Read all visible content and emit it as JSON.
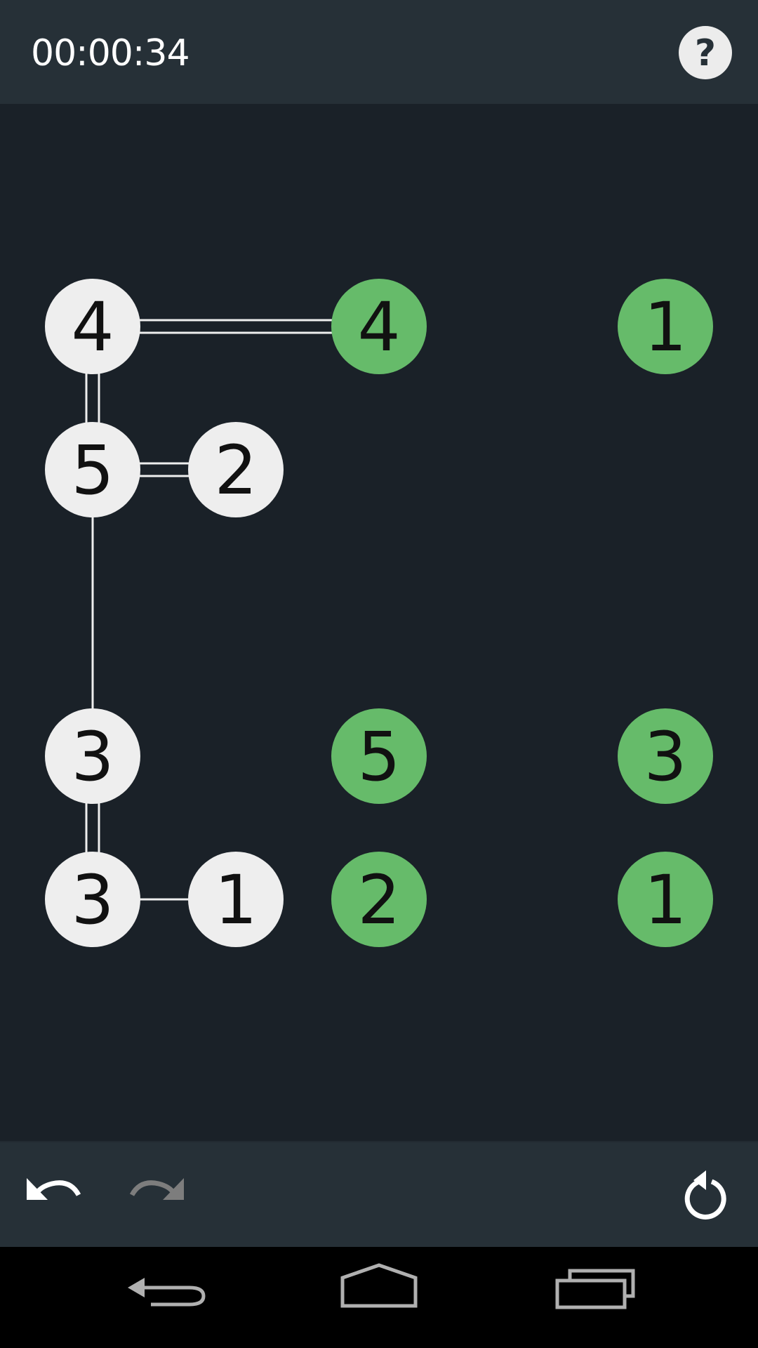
{
  "header": {
    "timer": "00:00:34",
    "help_icon": "question-mark-icon",
    "help_glyph": "?"
  },
  "puzzle": {
    "colors": {
      "unfinished_fill": "#eeeeee",
      "finished_fill": "#66bb6a",
      "number_text": "#111111",
      "bridge": "#eeeeee",
      "board_bg": "#1a2128"
    },
    "islands": [
      {
        "id": "i-r0c0",
        "row": 0,
        "col": 0,
        "value": "4",
        "complete": false
      },
      {
        "id": "i-r0c2",
        "row": 0,
        "col": 2,
        "value": "4",
        "complete": true
      },
      {
        "id": "i-r0c4",
        "row": 0,
        "col": 4,
        "value": "1",
        "complete": true
      },
      {
        "id": "i-r1c0",
        "row": 1,
        "col": 0,
        "value": "5",
        "complete": false
      },
      {
        "id": "i-r1c1",
        "row": 1,
        "col": 1,
        "value": "2",
        "complete": false
      },
      {
        "id": "i-r3c0",
        "row": 3,
        "col": 0,
        "value": "3",
        "complete": false
      },
      {
        "id": "i-r3c2",
        "row": 3,
        "col": 2,
        "value": "5",
        "complete": true
      },
      {
        "id": "i-r3c4",
        "row": 3,
        "col": 4,
        "value": "3",
        "complete": true
      },
      {
        "id": "i-r4c0",
        "row": 4,
        "col": 0,
        "value": "3",
        "complete": false
      },
      {
        "id": "i-r4c1",
        "row": 4,
        "col": 1,
        "value": "1",
        "complete": false
      },
      {
        "id": "i-r4c2",
        "row": 4,
        "col": 2,
        "value": "2",
        "complete": true
      },
      {
        "id": "i-r4c4",
        "row": 4,
        "col": 4,
        "value": "1",
        "complete": true
      }
    ],
    "bridges": [
      {
        "from": "i-r0c0",
        "to": "i-r0c2",
        "count": 2
      },
      {
        "from": "i-r0c0",
        "to": "i-r1c0",
        "count": 2
      },
      {
        "from": "i-r1c0",
        "to": "i-r1c1",
        "count": 2
      },
      {
        "from": "i-r1c0",
        "to": "i-r3c0",
        "count": 1
      },
      {
        "from": "i-r3c0",
        "to": "i-r4c0",
        "count": 2
      },
      {
        "from": "i-r4c0",
        "to": "i-r4c1",
        "count": 1
      }
    ]
  },
  "toolbar": {
    "undo_icon": "undo-icon",
    "undo_enabled": true,
    "redo_icon": "redo-icon",
    "redo_enabled": false,
    "restart_icon": "restart-icon"
  },
  "navigation": {
    "back_icon": "back-icon",
    "home_icon": "home-icon",
    "recents_icon": "recent-apps-icon"
  }
}
